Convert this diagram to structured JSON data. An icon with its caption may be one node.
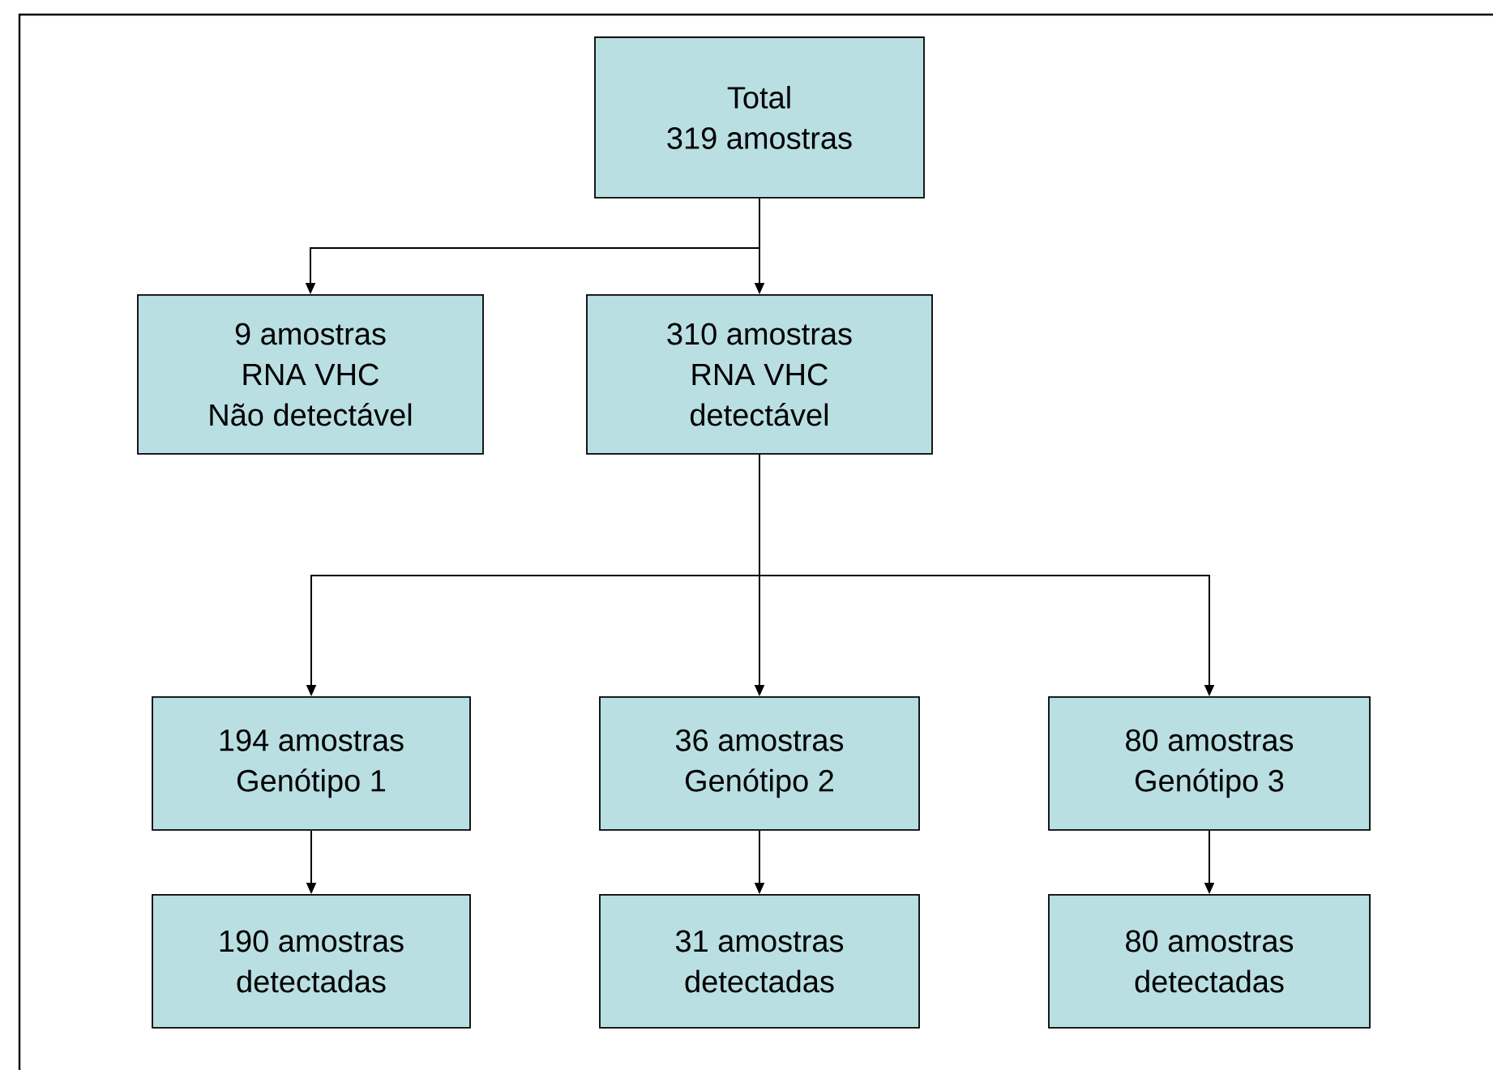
{
  "diagram": {
    "nodes": [
      {
        "text": [
          "Total",
          "319 amostras"
        ]
      },
      {
        "text": [
          "9 amostras",
          "RNA VHC",
          "Não detectável"
        ]
      },
      {
        "text": [
          "310 amostras",
          "RNA VHC",
          "detectável"
        ]
      },
      {
        "text": [
          "194 amostras",
          "Genótipo 1"
        ]
      },
      {
        "text": [
          "36 amostras",
          "Genótipo 2"
        ]
      },
      {
        "text": [
          "80 amostras",
          "Genótipo 3"
        ]
      },
      {
        "text": [
          "190 amostras",
          "detectadas"
        ]
      },
      {
        "text": [
          "31 amostras",
          "detectadas"
        ]
      },
      {
        "text": [
          "80 amostras",
          "detectadas"
        ]
      }
    ],
    "edges": [
      {
        "from": 0,
        "to": 1,
        "arrow": "to"
      },
      {
        "from": 0,
        "to": 2,
        "arrow": "to"
      },
      {
        "from": 2,
        "to": 3,
        "arrow": "to"
      },
      {
        "from": 2,
        "to": 4,
        "arrow": "to"
      },
      {
        "from": 2,
        "to": 5,
        "arrow": "to"
      },
      {
        "from": 3,
        "to": 6,
        "arrow": "to"
      },
      {
        "from": 4,
        "to": 7,
        "arrow": "to"
      },
      {
        "from": 5,
        "to": 8,
        "arrow": "to"
      }
    ]
  }
}
